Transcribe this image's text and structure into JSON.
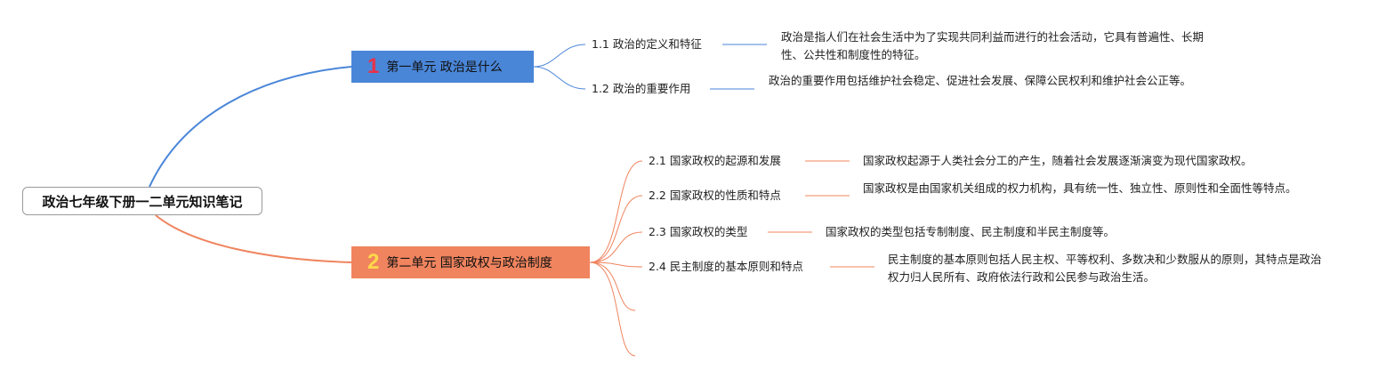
{
  "root": {
    "label": "政治七年级下册一二单元知识笔记"
  },
  "colors": {
    "unit1": "#4a86d8",
    "unit2": "#f0845e",
    "unit1_number": "#e8324a",
    "unit2_number": "#ffd84a"
  },
  "units": [
    {
      "number": "1",
      "label": "第一单元 政治是什么",
      "topics": [
        {
          "label": "1.1 政治的定义和特征",
          "desc": "政治是指人们在社会生活中为了实现共同利益而进行的社会活动，它具有普遍性、长期性、公共性和制度性的特征。"
        },
        {
          "label": "1.2 政治的重要作用",
          "desc": "政治的重要作用包括维护社会稳定、促进社会发展、保障公民权利和维护社会公正等。"
        }
      ]
    },
    {
      "number": "2",
      "label": "第二单元 国家政权与政治制度",
      "topics": [
        {
          "label": "2.1 国家政权的起源和发展",
          "desc": "国家政权起源于人类社会分工的产生，随着社会发展逐渐演变为现代国家政权。"
        },
        {
          "label": "2.2 国家政权的性质和特点",
          "desc": "国家政权是由国家机关组成的权力机构，具有统一性、独立性、原则性和全面性等特点。"
        },
        {
          "label": "2.3 国家政权的类型",
          "desc": "国家政权的类型包括专制制度、民主制度和半民主制度等。"
        },
        {
          "label": "2.4 民主制度的基本原则和特点",
          "desc": "民主制度的基本原则包括人民主权、平等权利、多数决和少数服从的原则，其特点是政治权力归人民所有、政府依法行政和公民参与政治生活。"
        }
      ]
    }
  ]
}
